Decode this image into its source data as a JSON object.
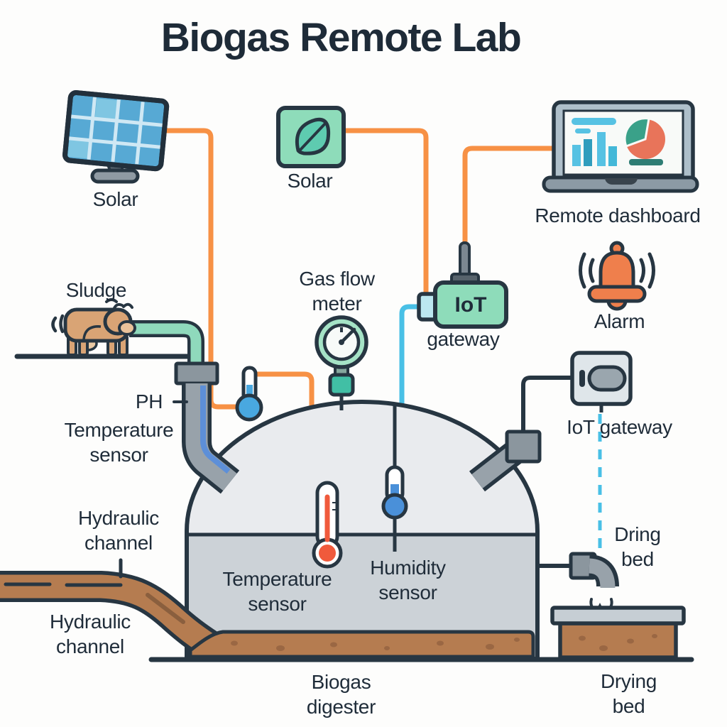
{
  "title": "Biogas Remote Lab",
  "labels": {
    "solar_panel": "Solar",
    "solar_power": "Solar",
    "remote_dashboard": "Remote dashboard",
    "sludge": "Sludge",
    "gas_flow_meter": "Gas flow\nmeter",
    "iot_device_text": "IoT",
    "iot_gateway_top": "gateway",
    "alarm": "Alarm",
    "ph": "PH",
    "ph_temperature_sensor": "Temperature\nsensor",
    "iot_gateway_right": "IoT gateway",
    "dring_bed": "Dring\nbed",
    "hydraulic_channel_upper": "Hydraulic\nchannel",
    "hydraulic_channel_lower": "Hydraulic\nchannel",
    "temperature_sensor": "Temperature\nsensor",
    "humidity_sensor": "Humidity\nsensor",
    "biogas_digester": "Biogas\ndigester",
    "drying_bed": "Drying\nbed"
  },
  "colors": {
    "outline": "#273642",
    "orange_wire": "#f79145",
    "cyan_wire": "#49c0e6",
    "green_box": "#8edcba",
    "teal": "#41bfa5",
    "panel_blue": "#57a9d4",
    "bell_orange": "#ef7f4c",
    "thermometer_red": "#f05a3c",
    "thermometer_blue": "#4a90d9",
    "sludge_brown": "#b57c50",
    "pipe_gray": "#98a2aa",
    "dome_top": "#e9ebee",
    "dome_bottom": "#ccd2d7"
  }
}
